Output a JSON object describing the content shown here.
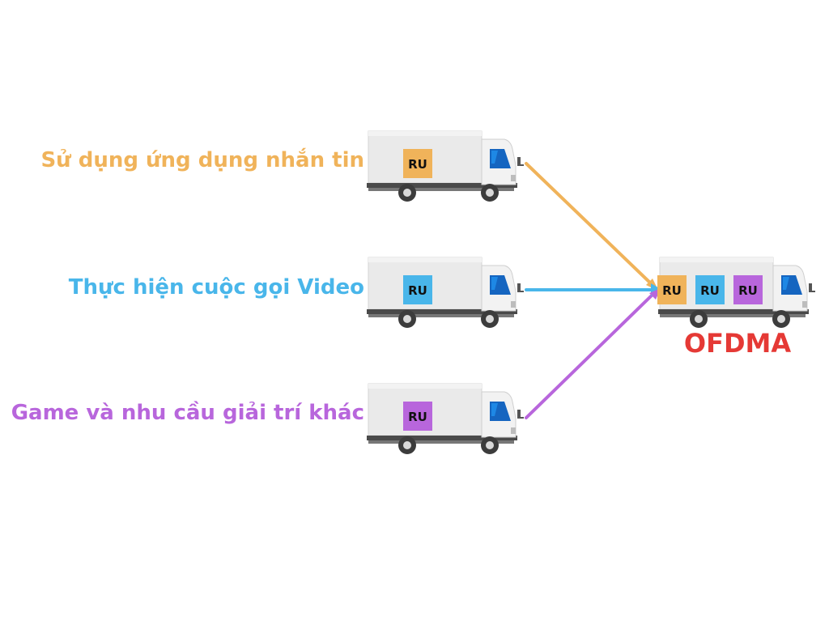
{
  "streams": [
    {
      "label": "Sử dụng ứng dụng nhắn tin",
      "ru": "RU",
      "color": "#f0b35a"
    },
    {
      "label": "Thực hiện cuộc gọi Video",
      "ru": "RU",
      "color": "#49b6ea"
    },
    {
      "label": "Game và nhu cầu giải trí khác",
      "ru": "RU",
      "color": "#b866dc"
    }
  ],
  "combined": {
    "title": "OFDMA",
    "title_color": "#e53935",
    "ru_blocks": [
      "RU",
      "RU",
      "RU"
    ]
  }
}
